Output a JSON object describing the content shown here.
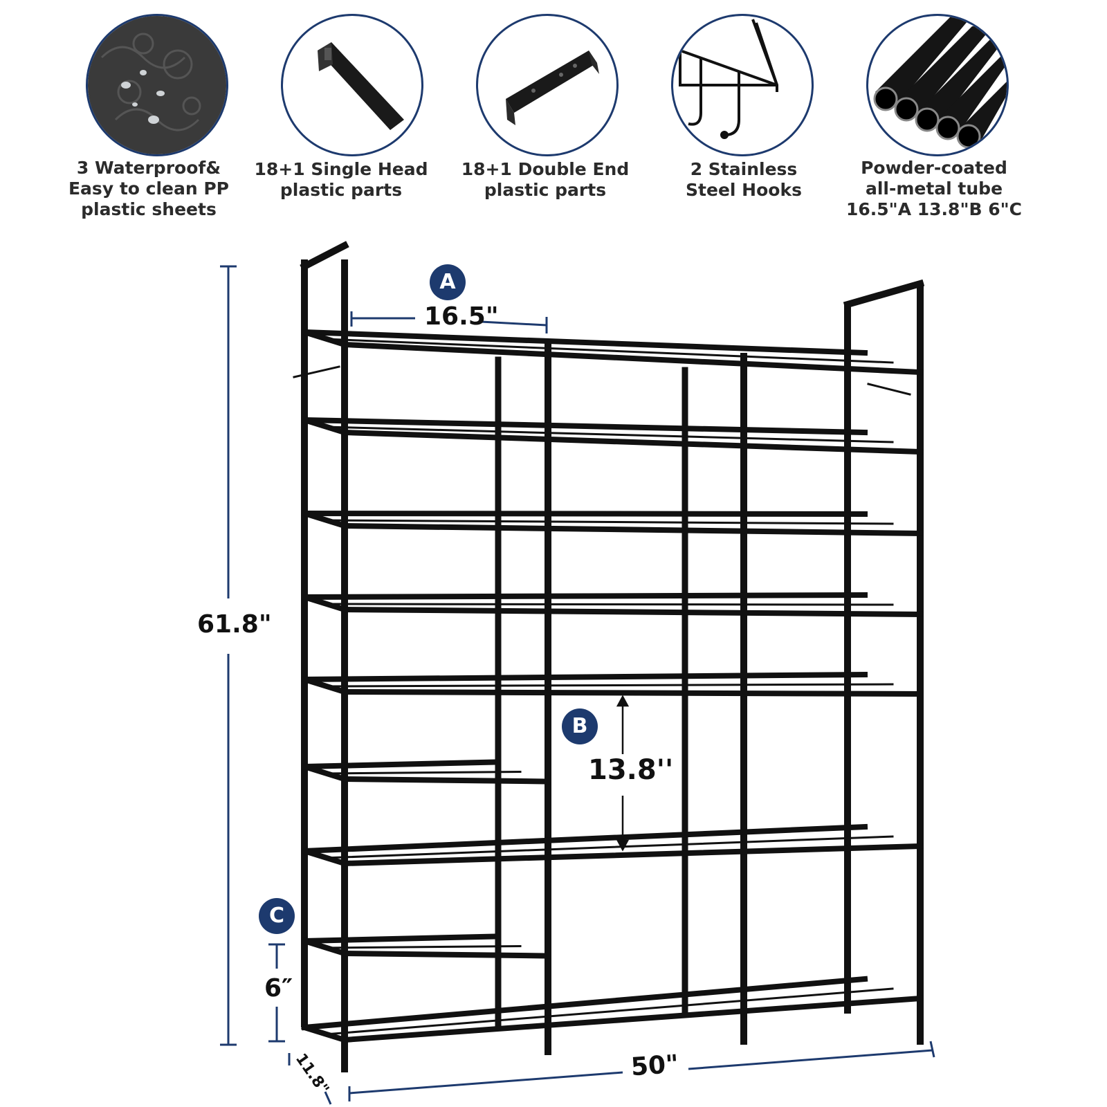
{
  "features": [
    {
      "icon": "pp-plastic-sheet-icon",
      "lines": [
        "3 Waterproof&",
        "Easy to clean PP",
        "plastic sheets"
      ]
    },
    {
      "icon": "single-head-plastic-part-icon",
      "lines": [
        "18+1 Single Head",
        "plastic parts"
      ]
    },
    {
      "icon": "double-end-plastic-part-icon",
      "lines": [
        "18+1 Double End",
        "plastic parts"
      ]
    },
    {
      "icon": "steel-hooks-icon",
      "lines": [
        "2 Stainless",
        "Steel Hooks"
      ]
    },
    {
      "icon": "metal-tubes-icon",
      "lines": [
        "Powder-coated",
        "all-metal tube",
        "16.5\"A 13.8\"B 6\"C"
      ]
    }
  ],
  "dimensions": {
    "height": "61.8\"",
    "width": "50\"",
    "depth": "11.8\"",
    "a_label": "A",
    "a_value": "16.5\"",
    "b_label": "B",
    "b_value": "13.8''",
    "c_label": "C",
    "c_value": "6″"
  },
  "colors": {
    "accent": "#1d3a6e",
    "frame": "#111111",
    "text": "#2b2b2b"
  }
}
